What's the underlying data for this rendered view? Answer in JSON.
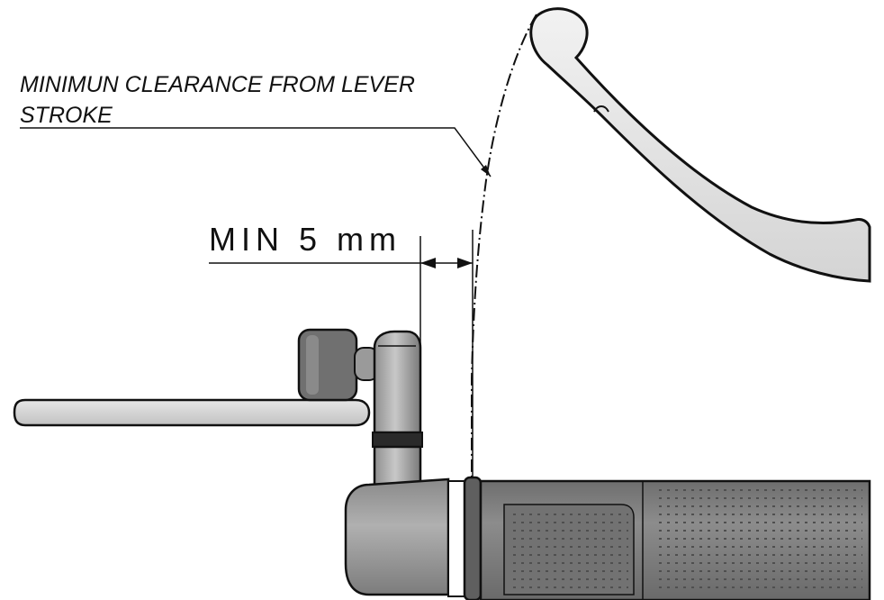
{
  "annotation": {
    "line1": "MINIMUN CLEARANCE FROM LEVER",
    "line2": "STROKE"
  },
  "dimension": {
    "label": "MIN 5 mm"
  },
  "colors": {
    "outline": "#111111",
    "part_light": "#d9d9d9",
    "part_mid": "#9a9a9a",
    "part_dark": "#707070",
    "grip": "#7d7d7d",
    "grip_dark": "#5f5f5f",
    "o_ring": "#2a2a2a"
  }
}
